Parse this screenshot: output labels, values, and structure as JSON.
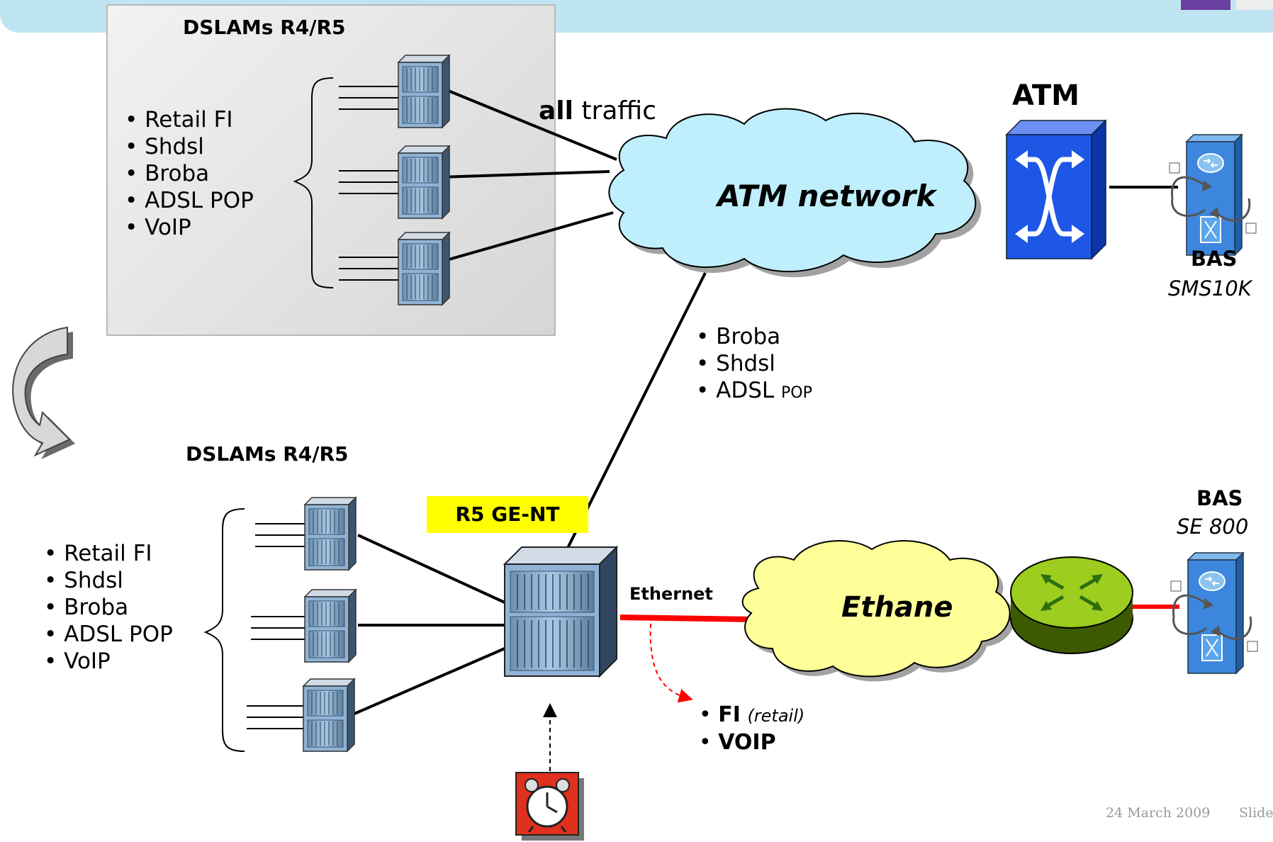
{
  "top_dslam": {
    "header": "DSLAMs R4/R5",
    "services": [
      "Retail FI",
      "Shdsl",
      "Broba",
      "ADSL POP",
      "VoIP"
    ]
  },
  "bottom_dslam": {
    "header": "DSLAMs R4/R5",
    "services": [
      "Retail FI",
      "Shdsl",
      "Broba",
      "ADSL POP",
      "VoIP"
    ]
  },
  "traffic_label": {
    "bold": "all",
    "rest": " traffic"
  },
  "atm": {
    "title": "ATM",
    "cloud_label": "ATM network"
  },
  "bas_top": {
    "name": "BAS",
    "model": "SMS10K"
  },
  "bas_bottom": {
    "name": "BAS",
    "model": "SE 800"
  },
  "link_services": {
    "broba": "Broba",
    "shdsl": "Shdsl",
    "adsl": "ADSL",
    "adsl_suffix": "POP"
  },
  "ge_nt_label": "R5  GE-NT",
  "ethernet_label": "Ethernet",
  "ethane_label": "Ethane",
  "local_services": {
    "fi": "FI",
    "fi_note": "(retail)",
    "voip": "VOIP"
  },
  "footer": {
    "date": "24 March 2009",
    "slide": "Slide"
  },
  "icons": [
    "dslam-rack-icon",
    "atm-switch-icon",
    "bas-router-icon",
    "edge-router-icon",
    "alarm-clock-icon",
    "curved-arrow-icon"
  ],
  "colors": {
    "atm_cloud": "#bfeffc",
    "ethane_cloud": "#ffff99",
    "ethernet_link": "#ff0000",
    "ge_nt_highlight": "#ffff00",
    "atm_switch": "#1e56e6"
  }
}
